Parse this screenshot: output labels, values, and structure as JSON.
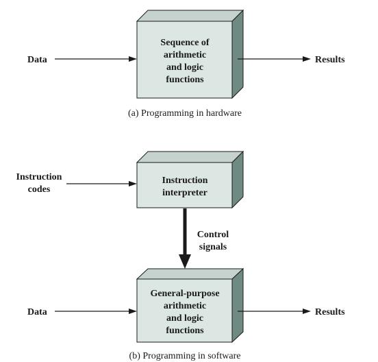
{
  "panel_a": {
    "input_label": "Data",
    "box_lines": [
      "Sequence of",
      "arithmetic",
      "and logic",
      "functions"
    ],
    "output_label": "Results",
    "caption": "(a) Programming in hardware"
  },
  "panel_b": {
    "input_label_lines": [
      "Instruction",
      "codes"
    ],
    "interpreter_lines": [
      "Instruction",
      "interpreter"
    ],
    "control_label_lines": [
      "Control",
      "signals"
    ],
    "data_label": "Data",
    "general_box_lines": [
      "General-purpose",
      "arithmetic",
      "and logic",
      "functions"
    ],
    "output_label": "Results",
    "caption": "(b) Programming in software"
  }
}
